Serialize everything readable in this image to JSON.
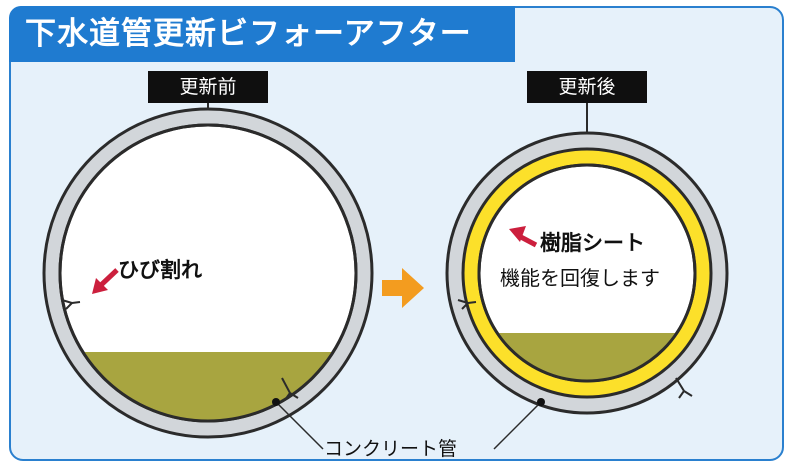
{
  "title": "下水道管更新ビフォーアフター",
  "before": {
    "tag": "更新前",
    "label": "ひび割れ"
  },
  "after": {
    "tag": "更新後",
    "label": "樹脂シート",
    "sublabel": "機能を回復します"
  },
  "pipe_label": "コンクリート管",
  "icons": {
    "transition": "orange-right-arrow",
    "pointer": "red-pointer-arrow"
  },
  "colors": {
    "accent": "#1f7bd0",
    "panel_bg": "#e6f1fa",
    "concrete": "#d2d6da",
    "sediment": "#a8a540",
    "resin": "#fce02a",
    "arrow_orange": "#f39c1f",
    "pointer_red": "#cc1f3d"
  }
}
